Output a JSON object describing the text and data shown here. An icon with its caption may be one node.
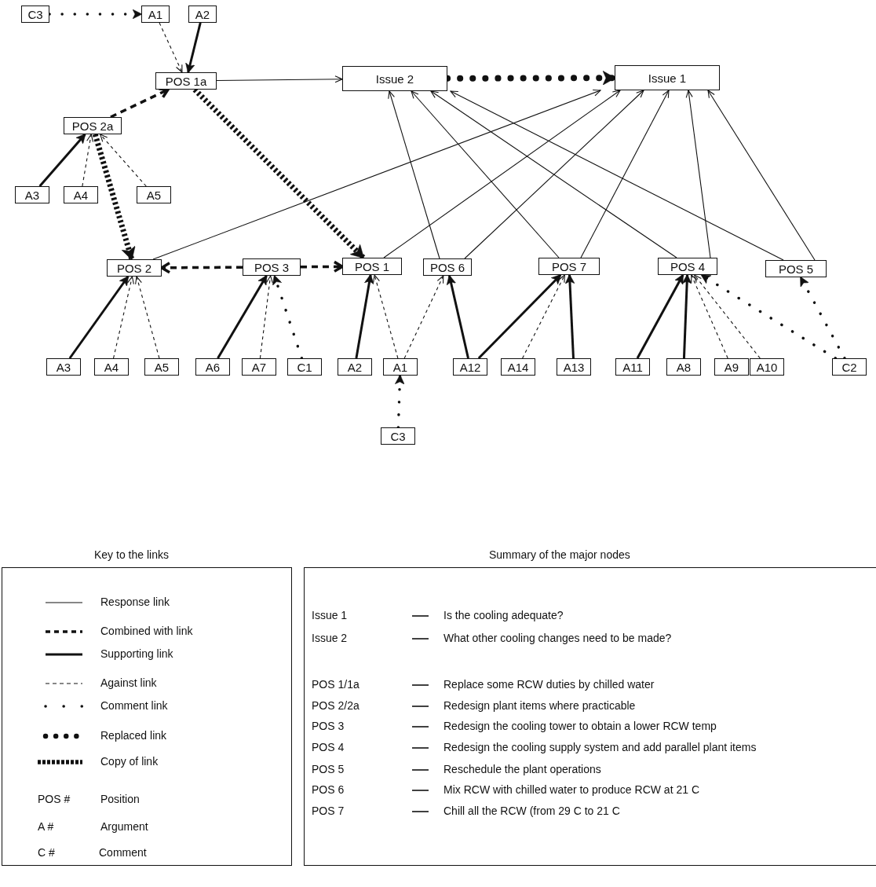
{
  "diagram": {
    "nodes": [
      {
        "text": [
          "C3"
        ]
      },
      {
        "text": [
          "A1"
        ]
      },
      {
        "text": [
          "A2"
        ]
      },
      {
        "text": [
          "POS 1a"
        ]
      },
      {
        "text": [
          "Issue 2"
        ]
      },
      {
        "text": [
          "Issue 1"
        ]
      },
      {
        "text": [
          "POS 2a"
        ]
      },
      {
        "text": [
          "A3"
        ]
      },
      {
        "text": [
          "A4"
        ]
      },
      {
        "text": [
          "A5"
        ]
      },
      {
        "text": [
          "POS 2"
        ]
      },
      {
        "text": [
          "POS 3"
        ]
      },
      {
        "text": [
          "POS 1"
        ]
      },
      {
        "text": [
          "POS 6"
        ]
      },
      {
        "text": [
          "POS 7"
        ]
      },
      {
        "text": [
          "POS 4"
        ]
      },
      {
        "text": [
          "POS 5"
        ]
      },
      {
        "text": [
          "A3"
        ]
      },
      {
        "text": [
          "A4"
        ]
      },
      {
        "text": [
          "A5"
        ]
      },
      {
        "text": [
          "A6"
        ]
      },
      {
        "text": [
          "A7"
        ]
      },
      {
        "text": [
          "C1"
        ]
      },
      {
        "text": [
          "A2"
        ]
      },
      {
        "text": [
          "A1"
        ]
      },
      {
        "text": [
          "A12"
        ]
      },
      {
        "text": [
          "A14"
        ]
      },
      {
        "text": [
          "A13"
        ]
      },
      {
        "text": [
          "A11"
        ]
      },
      {
        "text": [
          "A8"
        ]
      },
      {
        "text": [
          "A9"
        ]
      },
      {
        "text": [
          "A10"
        ]
      },
      {
        "text": [
          "C2"
        ]
      },
      {
        "text": [
          "C3"
        ]
      }
    ],
    "edges": [
      {
        "from": 0,
        "to": 1,
        "arrow": "to",
        "style": "dashed"
      },
      {
        "from": 1,
        "to": 3,
        "arrow": "to",
        "style": "dashed"
      },
      {
        "from": 2,
        "to": 3,
        "arrow": "to",
        "style": "thick"
      },
      {
        "from": 6,
        "to": 3,
        "arrow": "to",
        "style": "dashed"
      },
      {
        "from": 3,
        "to": 4,
        "arrow": "to"
      },
      {
        "from": 4,
        "to": 5,
        "arrow": "to",
        "style": "dashed"
      },
      {
        "from": 7,
        "to": 6,
        "arrow": "to",
        "style": "thick"
      },
      {
        "from": 8,
        "to": 6,
        "arrow": "to",
        "style": "dashed"
      },
      {
        "from": 9,
        "to": 6,
        "arrow": "to",
        "style": "dashed"
      },
      {
        "from": 6,
        "to": 10,
        "arrow": "to",
        "style": "dashed"
      },
      {
        "from": 3,
        "to": 12,
        "arrow": "to",
        "style": "dashed"
      },
      {
        "from": 10,
        "to": 5,
        "arrow": "to"
      },
      {
        "from": 12,
        "to": 5,
        "arrow": "to"
      },
      {
        "from": 13,
        "to": 4,
        "arrow": "to"
      },
      {
        "from": 13,
        "to": 5,
        "arrow": "to"
      },
      {
        "from": 14,
        "to": 4,
        "arrow": "to"
      },
      {
        "from": 14,
        "to": 5,
        "arrow": "to"
      },
      {
        "from": 15,
        "to": 4,
        "arrow": "to"
      },
      {
        "from": 15,
        "to": 5,
        "arrow": "to"
      },
      {
        "from": 16,
        "to": 4,
        "arrow": "to"
      },
      {
        "from": 16,
        "to": 5,
        "arrow": "to"
      },
      {
        "from": 11,
        "to": 10,
        "arrow": "to",
        "style": "dashed"
      },
      {
        "from": 11,
        "to": 12,
        "arrow": "to",
        "style": "dashed"
      },
      {
        "from": 17,
        "to": 10,
        "arrow": "to",
        "style": "thick"
      },
      {
        "from": 18,
        "to": 10,
        "arrow": "to",
        "style": "dashed"
      },
      {
        "from": 19,
        "to": 10,
        "arrow": "to",
        "style": "dashed"
      },
      {
        "from": 20,
        "to": 11,
        "arrow": "to",
        "style": "thick"
      },
      {
        "from": 21,
        "to": 11,
        "arrow": "to",
        "style": "dashed"
      },
      {
        "from": 22,
        "to": 11,
        "arrow": "to",
        "style": "dashed"
      },
      {
        "from": 23,
        "to": 12,
        "arrow": "to",
        "style": "thick"
      },
      {
        "from": 24,
        "to": 12,
        "arrow": "to",
        "style": "dashed"
      },
      {
        "from": 24,
        "to": 13,
        "arrow": "to",
        "style": "dashed"
      },
      {
        "from": 33,
        "to": 24,
        "arrow": "to",
        "style": "dashed"
      },
      {
        "from": 25,
        "to": 13,
        "arrow": "to",
        "style": "thick"
      },
      {
        "from": 25,
        "to": 14,
        "arrow": "to",
        "style": "thick"
      },
      {
        "from": 26,
        "to": 14,
        "arrow": "to",
        "style": "dashed"
      },
      {
        "from": 27,
        "to": 14,
        "arrow": "to",
        "style": "thick"
      },
      {
        "from": 28,
        "to": 15,
        "arrow": "to",
        "style": "thick"
      },
      {
        "from": 29,
        "to": 15,
        "arrow": "to",
        "style": "thick"
      },
      {
        "from": 30,
        "to": 15,
        "arrow": "to",
        "style": "dashed"
      },
      {
        "from": 31,
        "to": 15,
        "arrow": "to",
        "style": "dashed"
      },
      {
        "from": 32,
        "to": 15,
        "arrow": "to",
        "style": "dashed"
      },
      {
        "from": 32,
        "to": 16,
        "arrow": "to",
        "style": "dashed"
      }
    ],
    "labels": [
      "Key to the links",
      "Summary of the major nodes",
      "POS #",
      "Position",
      "A #",
      "Argument",
      "C #",
      "Comment",
      "Issue 1",
      "Is the cooling adequate?",
      "Issue 2",
      "What other cooling changes need to be made?",
      "POS 1/1a",
      "Replace some RCW duties by chilled water",
      "POS 2/2a",
      "Redesign plant items where practicable",
      "POS 3",
      "Redesign the cooling tower to obtain a lower RCW temp",
      "POS 4",
      "Redesign the cooling supply system and add parallel plant items",
      "POS 5",
      "Reschedule the plant operations",
      "POS 6",
      "Mix RCW with chilled water to produce RCW at 21 C",
      "POS 7",
      "Chill all the RCW (from 29 C to 21 C"
    ],
    "legend": [
      {
        "text": "Response link"
      },
      {
        "text": "Combined with link"
      },
      {
        "text": "Supporting link"
      },
      {
        "text": "Against link"
      },
      {
        "text": "Comment link"
      },
      {
        "text": "Replaced link"
      },
      {
        "text": "Copy of link"
      }
    ]
  }
}
